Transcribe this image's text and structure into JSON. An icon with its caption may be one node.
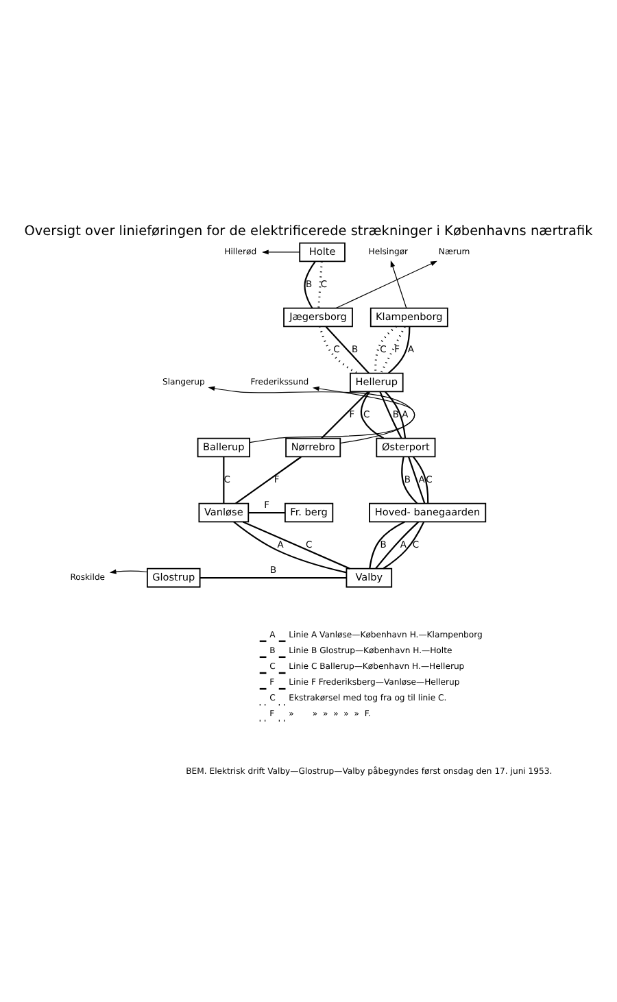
{
  "diagram": {
    "title": "Oversigt over linieføringen for de elektrificerede strækninger i Københavns nærtrafik",
    "caption": "BEM. Elektrisk drift Valby—Glostrup—Valby påbegyndes først onsdag den 17. juni 1953.",
    "nodes": [
      {
        "text": [
          "Hillerød"
        ]
      },
      {
        "text": [
          "Helsingør"
        ]
      },
      {
        "text": [
          "Holte"
        ]
      },
      {
        "text": [
          "Nærum"
        ]
      },
      {
        "text": [
          "Klampenborg"
        ]
      },
      {
        "text": [
          "Jægersborg"
        ]
      },
      {
        "text": [
          "Hellerup"
        ]
      },
      {
        "text": [
          "Frederikssund"
        ]
      },
      {
        "text": [
          "Slangerup"
        ]
      },
      {
        "text": [
          "Ballerup"
        ]
      },
      {
        "text": [
          "Nørrebro"
        ]
      },
      {
        "text": [
          "Østerport"
        ]
      },
      {
        "text": [
          "Vanløse"
        ]
      },
      {
        "text": [
          "Fr. berg"
        ]
      },
      {
        "text": [
          "Hoved- banegaarden"
        ]
      },
      {
        "text": [
          "Roskilde"
        ]
      },
      {
        "text": [
          "Glostrup"
        ]
      },
      {
        "text": [
          "Valby"
        ]
      }
    ],
    "edges": [
      {
        "from": 2,
        "to": 0,
        "arrow": "to"
      },
      {
        "from": 4,
        "to": 1,
        "arrow": "to"
      },
      {
        "from": 5,
        "to": 3,
        "arrow": "to"
      },
      {
        "from": 9,
        "to": 7,
        "arrow": "to"
      },
      {
        "from": 10,
        "to": 8,
        "arrow": "to"
      },
      {
        "from": 16,
        "to": 15,
        "arrow": "to"
      },
      {
        "from": 2,
        "to": 5,
        "label": "B",
        "arrow": "none"
      },
      {
        "from": 2,
        "to": 5,
        "label": "C",
        "arrow": "none",
        "style": "dashed"
      },
      {
        "from": 5,
        "to": 6,
        "label": "B",
        "arrow": "none"
      },
      {
        "from": 5,
        "to": 6,
        "label": "C",
        "arrow": "none",
        "style": "dashed"
      },
      {
        "from": 4,
        "to": 6,
        "label": "F",
        "arrow": "none",
        "style": "dashed"
      },
      {
        "from": 4,
        "to": 6,
        "label": "A",
        "arrow": "none"
      },
      {
        "from": 4,
        "to": 6,
        "label": "C",
        "arrow": "none",
        "style": "dashed"
      },
      {
        "from": 6,
        "to": 10,
        "label": "F",
        "arrow": "none"
      },
      {
        "from": 6,
        "to": 11,
        "label": "A",
        "arrow": "none"
      },
      {
        "from": 6,
        "to": 11,
        "label": "C",
        "arrow": "none"
      },
      {
        "from": 6,
        "to": 11,
        "label": "B",
        "arrow": "none"
      },
      {
        "from": 9,
        "to": 12,
        "label": "C",
        "arrow": "none"
      },
      {
        "from": 10,
        "to": 12,
        "label": "F",
        "arrow": "none"
      },
      {
        "from": 12,
        "to": 13,
        "label": "F",
        "arrow": "none"
      },
      {
        "from": 11,
        "to": 14,
        "label": "A",
        "arrow": "none"
      },
      {
        "from": 11,
        "to": 14,
        "label": "C",
        "arrow": "none"
      },
      {
        "from": 11,
        "to": 14,
        "label": "B",
        "arrow": "none"
      },
      {
        "from": 12,
        "to": 17,
        "label": "C",
        "arrow": "none"
      },
      {
        "from": 12,
        "to": 17,
        "label": "A",
        "arrow": "none"
      },
      {
        "from": 14,
        "to": 17,
        "label": "A",
        "arrow": "none"
      },
      {
        "from": 14,
        "to": 17,
        "label": "C",
        "arrow": "none"
      },
      {
        "from": 14,
        "to": 17,
        "label": "B",
        "arrow": "none"
      },
      {
        "from": 16,
        "to": 17,
        "label": "B",
        "arrow": "none"
      }
    ],
    "labels": [
      "A",
      "B",
      "C",
      "F",
      "C",
      "F"
    ],
    "legend": [
      {
        "text": "Linie A Vanløse—København H.—Klampenborg"
      },
      {
        "text": "Linie B Glostrup—København H.—Holte"
      },
      {
        "text": "Linie C Ballerup—København H.—Hellerup"
      },
      {
        "text": "Linie F Frederiksberg—Vanløse—Hellerup"
      },
      {
        "text": "Ekstrakørsel med tog fra og til linie C."
      },
      {
        "text": "»       »  »  »  »  »  F."
      }
    ]
  }
}
